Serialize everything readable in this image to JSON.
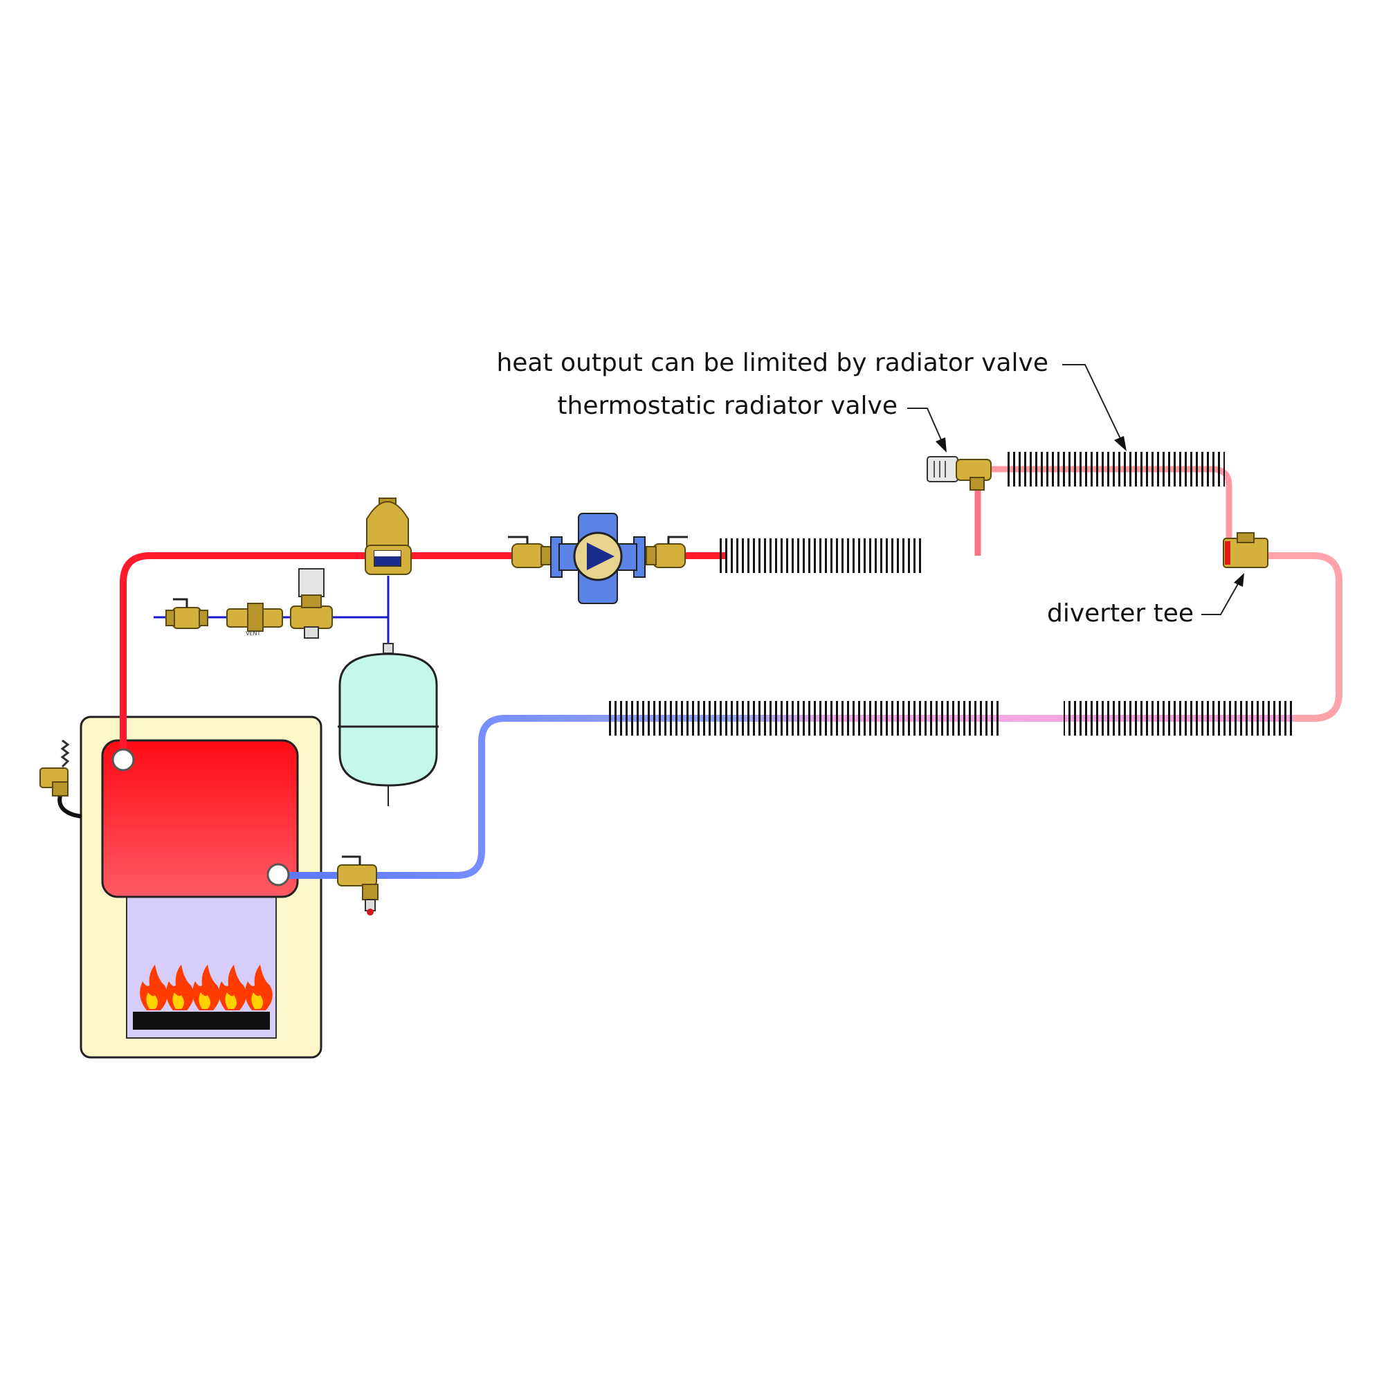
{
  "labels": {
    "heat_output": "heat output can be limited by radiator valve",
    "thermostatic_valve": "thermostatic radiator valve",
    "diverter_tee": "diverter tee"
  },
  "colors": {
    "supply_hot": "#ff1a2e",
    "supply_warm": "#ff7080",
    "supply_cool": "#ffa3aa",
    "return_pink": "#f7a6e6",
    "return_blue": "#6a86ff",
    "cold_feed": "#1a1acc",
    "boiler_cabinet": "#fdf7c9",
    "boiler_vessel": "#ff1020",
    "firebox": "#d6cdfa",
    "expansion_tank": "#c5f7ea",
    "pump_body": "#5b82e6",
    "brass": "#d4b13c",
    "fin_element": "#111111",
    "flame": "#ff3b00"
  },
  "components": {
    "boiler": "boiler",
    "pump": "circulator-pump",
    "air_separator": "air-separator",
    "expansion_tank": "expansion-tank",
    "pressure_relief_valve": "pressure-relief-valve",
    "feed_water_assembly": "feed-water-assembly",
    "purge_valve": "purge-valve",
    "diverter_tee": "diverter-tee",
    "thermostatic_radiator_valve": "thermostatic-radiator-valve",
    "baseboard_elements": "fin-tube-baseboard"
  },
  "icons": {
    "flame": "flame-icon",
    "pump_triangle": "pump-direction-icon",
    "spring": "spring-icon"
  }
}
